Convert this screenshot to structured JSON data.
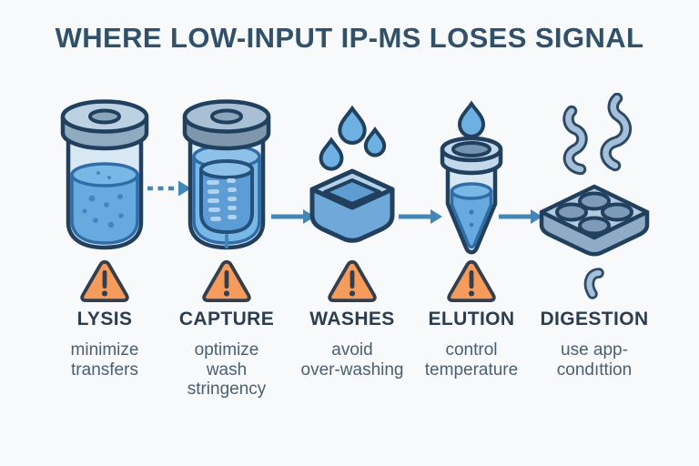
{
  "title": "WHERE LOW-INPUT IP-MS LOSES SIGNAL",
  "stages": [
    {
      "label": "LYSIS",
      "advice_lines": [
        "minimize",
        "transfers"
      ],
      "icon": "sample-vial",
      "has_warning": true
    },
    {
      "label": "CAPTURE",
      "advice_lines": [
        "optimize",
        "wash",
        "stringency"
      ],
      "icon": "capture-beads-vial",
      "has_warning": true
    },
    {
      "label": "WASHES",
      "advice_lines": [
        "avoid",
        "over-washing"
      ],
      "icon": "wash-tray-droplets",
      "has_warning": true
    },
    {
      "label": "ELUTION",
      "advice_lines": [
        "control",
        "temperature"
      ],
      "icon": "elution-tube-droplet",
      "has_warning": true
    },
    {
      "label": "DIGESTION",
      "advice_lines": [
        "use app-",
        "condıttion"
      ],
      "icon": "digestion-plate-peptides",
      "has_warning": false
    }
  ],
  "arrows": [
    {
      "from": "LYSIS",
      "to": "CAPTURE",
      "style": "dashed"
    },
    {
      "from": "CAPTURE",
      "to": "WASHES",
      "style": "solid"
    },
    {
      "from": "WASHES",
      "to": "ELUTION",
      "style": "solid"
    },
    {
      "from": "ELUTION",
      "to": "DIGESTION",
      "style": "solid"
    }
  ],
  "colors": {
    "background": "#f7f9fa",
    "title_text": "#31506a",
    "label_text": "#2b3e50",
    "advice_text": "#4a6070",
    "outline": "#20405e",
    "arrow_blue": "#4187b9",
    "liquid_blue": "#66aadf",
    "glass_blue": "#d7e7f3",
    "lid_gray": "#90aabf",
    "warning_fill": "#f59c5d",
    "warning_outline": "#333f4c",
    "plate_gray_blue": "#b4cadf"
  }
}
